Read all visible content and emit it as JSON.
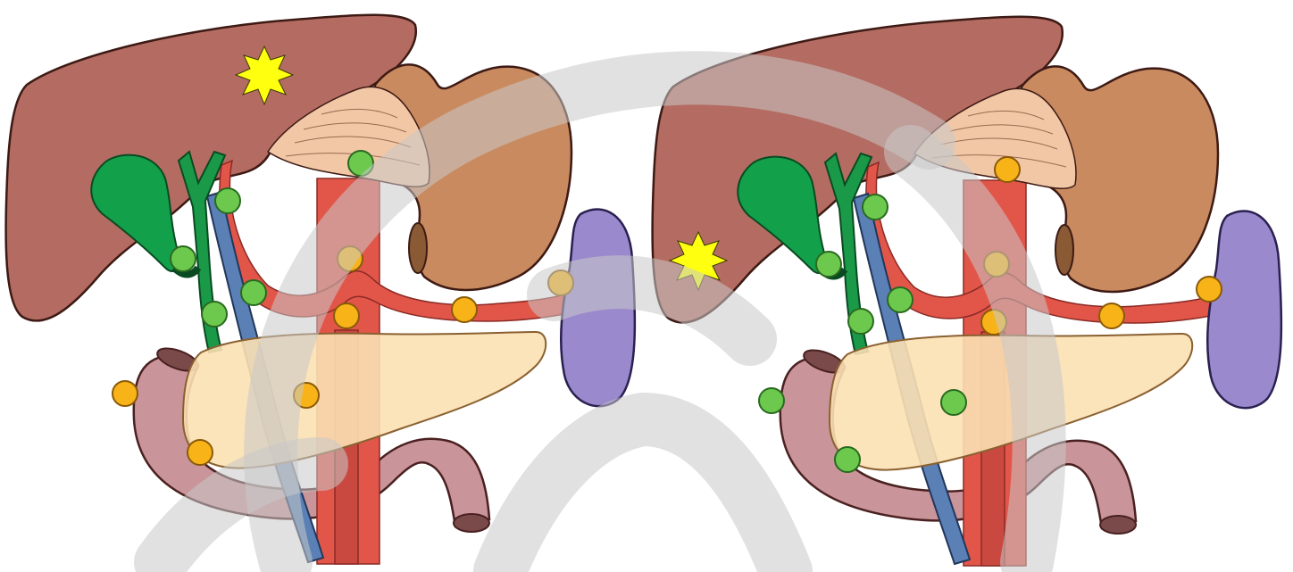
{
  "colors": {
    "liver": "#b46c62",
    "liver_stroke": "#3d1a14",
    "stomach": "#c98a60",
    "stomach_lining": "#f2c7a6",
    "gallbladder": "#12a04a",
    "bile_duct": "#1a9a48",
    "portal_vein": "#5a80b6",
    "artery": "#e2564a",
    "pancreas": "#fbe0b2",
    "duodenum": "#c9959a",
    "spleen": "#9a89cc",
    "node_green": "#6cc94e",
    "node_orange": "#f7b318",
    "tumor": "#ffff10",
    "watermark": "#c8c8c8"
  },
  "panels": [
    {
      "id": "left",
      "tumor_location": "upper-liver",
      "nodes": [
        {
          "color": "green"
        },
        {
          "color": "green"
        },
        {
          "color": "green"
        },
        {
          "color": "green"
        },
        {
          "color": "green"
        },
        {
          "color": "orange"
        },
        {
          "color": "orange"
        },
        {
          "color": "orange"
        },
        {
          "color": "orange"
        },
        {
          "color": "orange"
        },
        {
          "color": "orange"
        },
        {
          "color": "orange"
        }
      ]
    },
    {
      "id": "right",
      "tumor_location": "left-liver-edge",
      "nodes": [
        {
          "color": "orange"
        },
        {
          "color": "green"
        },
        {
          "color": "green"
        },
        {
          "color": "green"
        },
        {
          "color": "green"
        },
        {
          "color": "orange"
        },
        {
          "color": "orange"
        },
        {
          "color": "orange"
        },
        {
          "color": "orange"
        },
        {
          "color": "green"
        },
        {
          "color": "green"
        },
        {
          "color": "green"
        }
      ]
    }
  ]
}
